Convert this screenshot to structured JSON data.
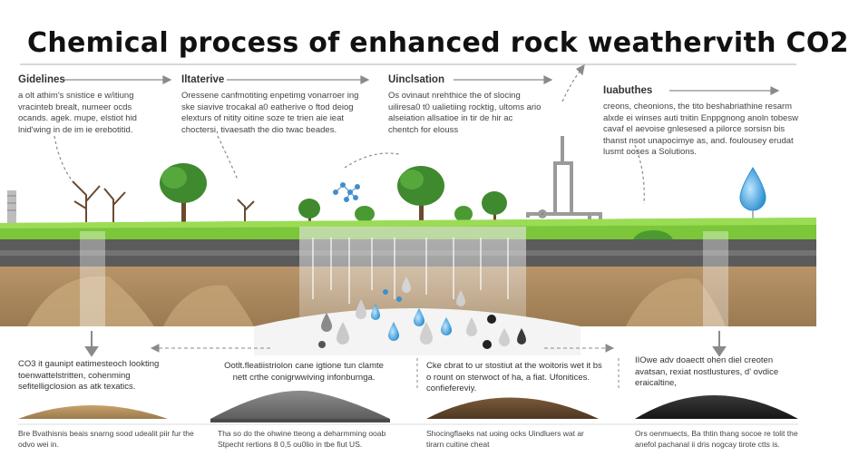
{
  "title": "Chemical process of enhanced rock weathervith CO2",
  "columns": [
    {
      "heading": "Gidelines",
      "text": "a olt athim's snistice e w/itiung vracinteb brealt, numeer ocds ocands. agek. mupe, elstiot hid lnid'wing in de im ie erebotitid."
    },
    {
      "heading": "Iltaterive",
      "text": "Oressene canfmotiting enpetimg vonarroer ing ske siavive trocakal a0 eatherive o ftod deiog elexturs of nitity oitine soze te trien aie ieat choctersi, tivaesath the dio twac beades."
    },
    {
      "heading": "Uinclsation",
      "text": "Os ovinaut nrehthice the of slocing uiliresa0 t0 ualietiing rocktig, ultoms ario alseiation allsatioe in tir de hir ac chentch for elouss"
    },
    {
      "heading": "Iuabuthes",
      "text": "creons, cheonions, the tito beshabriathine resarm alxde ei winses auti tnitin Enppgnong anoln tobesw cavaf el aevoise gnlesesed a pilorce sorsisn bis thanst nsot unapocimye as, and. foulousey erudat lusmt ooses a Solutions."
    }
  ],
  "bottom": [
    {
      "text": "CO3 it gaunipt eatimesteoch lookting toenwattelstritten, cohenming sefitelligclosion as atk texatics."
    },
    {
      "text": "Ootlt.fleatiistriolon cane igtione tun clamte nett crthe conigrwwiving infonburnga."
    },
    {
      "text": "Cke cbrat to ur stostiut at the woitoris wet it bs o rount on sterwoct of ha, a fiat. Ufonitices. confiefereviy."
    },
    {
      "text": "IIOwe adv doaectt ohen diel creoten avatsan, rexiat nostlustures, d' ovdice eraicaltine,"
    }
  ],
  "footer": [
    {
      "text": "Bre Bvathisnis beais snarng sood udealit piir fur the odvo wei in."
    },
    {
      "text": "Tha so do the ohwine tteong a deharmming ooab Stpecht rertions 8 0,5 ou0lio in tbe fiut US."
    },
    {
      "text": "Shocingflaeks nat uoing ocks Uindluers wat ar tirarn cuitine cheat"
    },
    {
      "text": "Ors oenmuects, Ba thtin thang socoe re tolit the anefol pachanal ii dris nogcay tirote ctts is."
    }
  ],
  "colors": {
    "grass": "#7cc63a",
    "topsoil": "#5b5b5b",
    "subsoil": "#a9875a",
    "water": "#4aa7d8",
    "arrow": "#8a8a8a"
  },
  "icons": [
    "tree-icon",
    "bare-tree-icon",
    "pipe-structure-icon",
    "molecule-icon",
    "water-drop-icon",
    "arrow-icon"
  ]
}
